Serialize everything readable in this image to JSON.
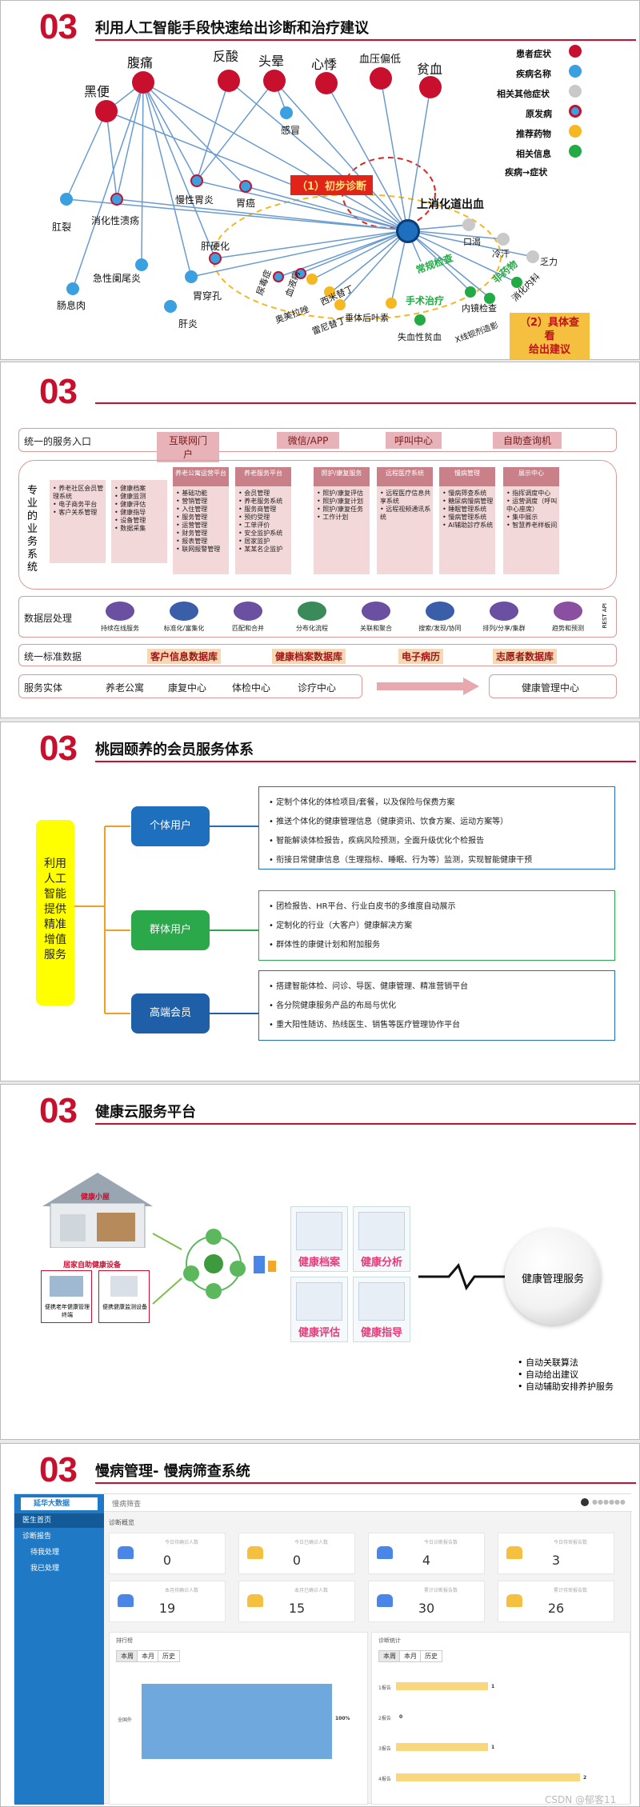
{
  "slides": {
    "num": "03",
    "s1": {
      "title": "利用人工智能手段快速给出诊断和治疗建议",
      "symptoms": [
        "黑便",
        "腹痛",
        "反酸",
        "头晕",
        "心悸",
        "血压偏低",
        "贫血"
      ],
      "diseases": [
        "肛裂",
        "消化性溃疡",
        "急性阑尾炎",
        "肠息肉",
        "慢性胃炎",
        "胃癌",
        "肝硬化",
        "胃穿孔",
        "肝炎",
        "感冒"
      ],
      "center": "上消化道出血",
      "related_symptoms": [
        "口渴",
        "冷汗",
        "乏力"
      ],
      "drugs": [
        "奥美拉唑",
        "雷尼替丁",
        "西米替丁",
        "垂体后叶素"
      ],
      "info": [
        "常规检查",
        "内镜检查",
        "X线钡剂造影",
        "手术治疗",
        "非药物",
        "消化内科",
        "失血性贫血"
      ],
      "primary": [
        "尿毒症",
        "血液病"
      ],
      "tag1": "（1）初步诊断",
      "tag2": "（2）具体查看\n给出建议",
      "legend": [
        {
          "label": "患者症状",
          "color": "#c8102e"
        },
        {
          "label": "疾病名称",
          "color": "#3aa0e0"
        },
        {
          "label": "相关其他症状",
          "color": "#c9c9c9"
        },
        {
          "label": "原发病",
          "color": "#c8102e"
        },
        {
          "label": "推荐药物",
          "color": "#f5b820"
        },
        {
          "label": "相关信息",
          "color": "#22aa44"
        }
      ],
      "legend_rel": "疾病→症状"
    },
    "s2": {
      "entry_label": "统一的服务入口",
      "entries": [
        "互联网门户",
        "微信/APP",
        "呼叫中心",
        "自助查询机"
      ],
      "biz_label": "专业的业务系统",
      "columns": [
        {
          "head": "",
          "items": [
            "养老社区会员管理系统",
            "电子商务平台",
            "客户关系管理"
          ]
        },
        {
          "head": "",
          "items": [
            "健康档案",
            "健康监测",
            "健康评估",
            "健康指导",
            "设备管理",
            "数据采集"
          ]
        },
        {
          "head": "养老公寓运营平台",
          "items": [
            "基础功能",
            "营销管理",
            "入住管理",
            "服务管理",
            "运营管理",
            "财务管理",
            "报表管理",
            "联网报警管理"
          ]
        },
        {
          "head": "养老服务平台",
          "items": [
            "会员管理",
            "养老服务系统",
            "服务商管理",
            "预约受理",
            "工单评价",
            "安全监护系统",
            "居家监护",
            "某某名企监护"
          ]
        },
        {
          "head": "照护/康复服务",
          "items": [
            "照护/康复评估",
            "照护/康复计划",
            "照护/康复任务",
            "工作计划"
          ]
        },
        {
          "head": "远程医疗系统",
          "items": [
            "远程医疗信息共享系统",
            "远程视频通讯系统"
          ]
        },
        {
          "head": "慢病管理",
          "items": [
            "慢病筛查系统",
            "糖尿病慢病管理",
            "睡眠管理系统",
            "慢病管理系统",
            "AI辅助診疗系统"
          ]
        },
        {
          "head": "展示中心",
          "items": [
            "指挥调度中心",
            "运营调度（呼叫中心座席）",
            "集中展示",
            "智慧养老样板间"
          ]
        }
      ],
      "data_label": "数据层处理",
      "data_items": [
        "持续在线服务",
        "标准化/富集化",
        "匹配和合并",
        "分布化流程",
        "关联和聚合",
        "搜索/发现/协同",
        "排列/分享/集群",
        "趋势和预测"
      ],
      "rest": "REST API",
      "std_label": "统一标准数据",
      "dbs": [
        "客户信息数据库",
        "健康档案数据库",
        "电子病历",
        "志愿者数据库"
      ],
      "entity_label": "服务实体",
      "entities": [
        "养老公寓",
        "康复中心",
        "体检中心",
        "诊疗中心"
      ],
      "center": "健康管理中心"
    },
    "s3": {
      "title": "桃园颐养的会员服务体系",
      "left": "利用人工智能提供精准增值服务",
      "groups": [
        {
          "name": "个体用户",
          "color": "#1f6fbf",
          "items": [
            "定制个体化的体检项目/套餐，以及保险与保费方案",
            "推送个体化的健康管理信息（健康资讯、饮食方案、运动方案等）",
            "智能解读体检报告，疾病风险预测，全面升级优化个检报告",
            "衔接日常健康信息（生理指标、睡眠、行为等）监测，实现智能健康干预"
          ]
        },
        {
          "name": "群体用户",
          "color": "#2aa84a",
          "items": [
            "团检报告、HR平台、行业白皮书的多维度自动展示",
            "定制化的行业（大客户）健康解决方案",
            "群体性的康健计划和附加服务"
          ]
        },
        {
          "name": "高端会员",
          "color": "#1f5fa8",
          "items": [
            "搭建智能体检、问诊、导医、健康管理、精准营销平台",
            "各分院健康服务产品的布局与优化",
            "重大阳性随访、热线医生、销售等医疗管理协作平台"
          ]
        }
      ]
    },
    "s4": {
      "title": "健康云服务平台",
      "house": "健康小屋",
      "home_dev": "居家自助健康设备",
      "dev1": "便携老年健康管理终端",
      "dev2": "便携健康监测设备",
      "boxes": [
        "健康档案",
        "健康分析",
        "健康评估",
        "健康指导"
      ],
      "service": "健康管理服务",
      "bullets": [
        "自动关联算法",
        "自动给出建议",
        "自动辅助安排养护服务"
      ]
    },
    "s5": {
      "title": "慢病管理- 慢病筛查系统",
      "logo": "延华大数据",
      "header": "慢病筛查",
      "user": "●●●●●●",
      "sidebar": [
        "医生首页",
        "诊断报告",
        "待我处理",
        "我已处理"
      ],
      "overview": "诊断概览",
      "cards": [
        {
          "cap": "今日待确诊人数",
          "value": "0",
          "color": "#4a86e8"
        },
        {
          "cap": "今日已确诊人数",
          "value": "0",
          "color": "#f5c040"
        },
        {
          "cap": "今日诊断报告数",
          "value": "4",
          "color": "#4a86e8"
        },
        {
          "cap": "今日待审报告数",
          "value": "3",
          "color": "#f5c040"
        },
        {
          "cap": "本月待确诊人数",
          "value": "19",
          "color": "#4a86e8"
        },
        {
          "cap": "本月已确诊人数",
          "value": "15",
          "color": "#f5c040"
        },
        {
          "cap": "累计诊断报告数",
          "value": "30",
          "color": "#4a86e8"
        },
        {
          "cap": "累计待审报告数",
          "value": "26",
          "color": "#f5c040"
        }
      ],
      "panel1": "排行榜",
      "panel2": "诊断统计",
      "tabs": [
        "本周",
        "本月",
        "历史"
      ],
      "bar_left": {
        "label": "全国外",
        "pct": "100%"
      },
      "bars_right": [
        {
          "label": "1报告",
          "value": "1"
        },
        {
          "label": "2报告",
          "value": "0"
        },
        {
          "label": "3报告",
          "value": "1"
        },
        {
          "label": "4报告",
          "value": "2"
        }
      ],
      "watermark": "CSDN @郁客11"
    }
  }
}
